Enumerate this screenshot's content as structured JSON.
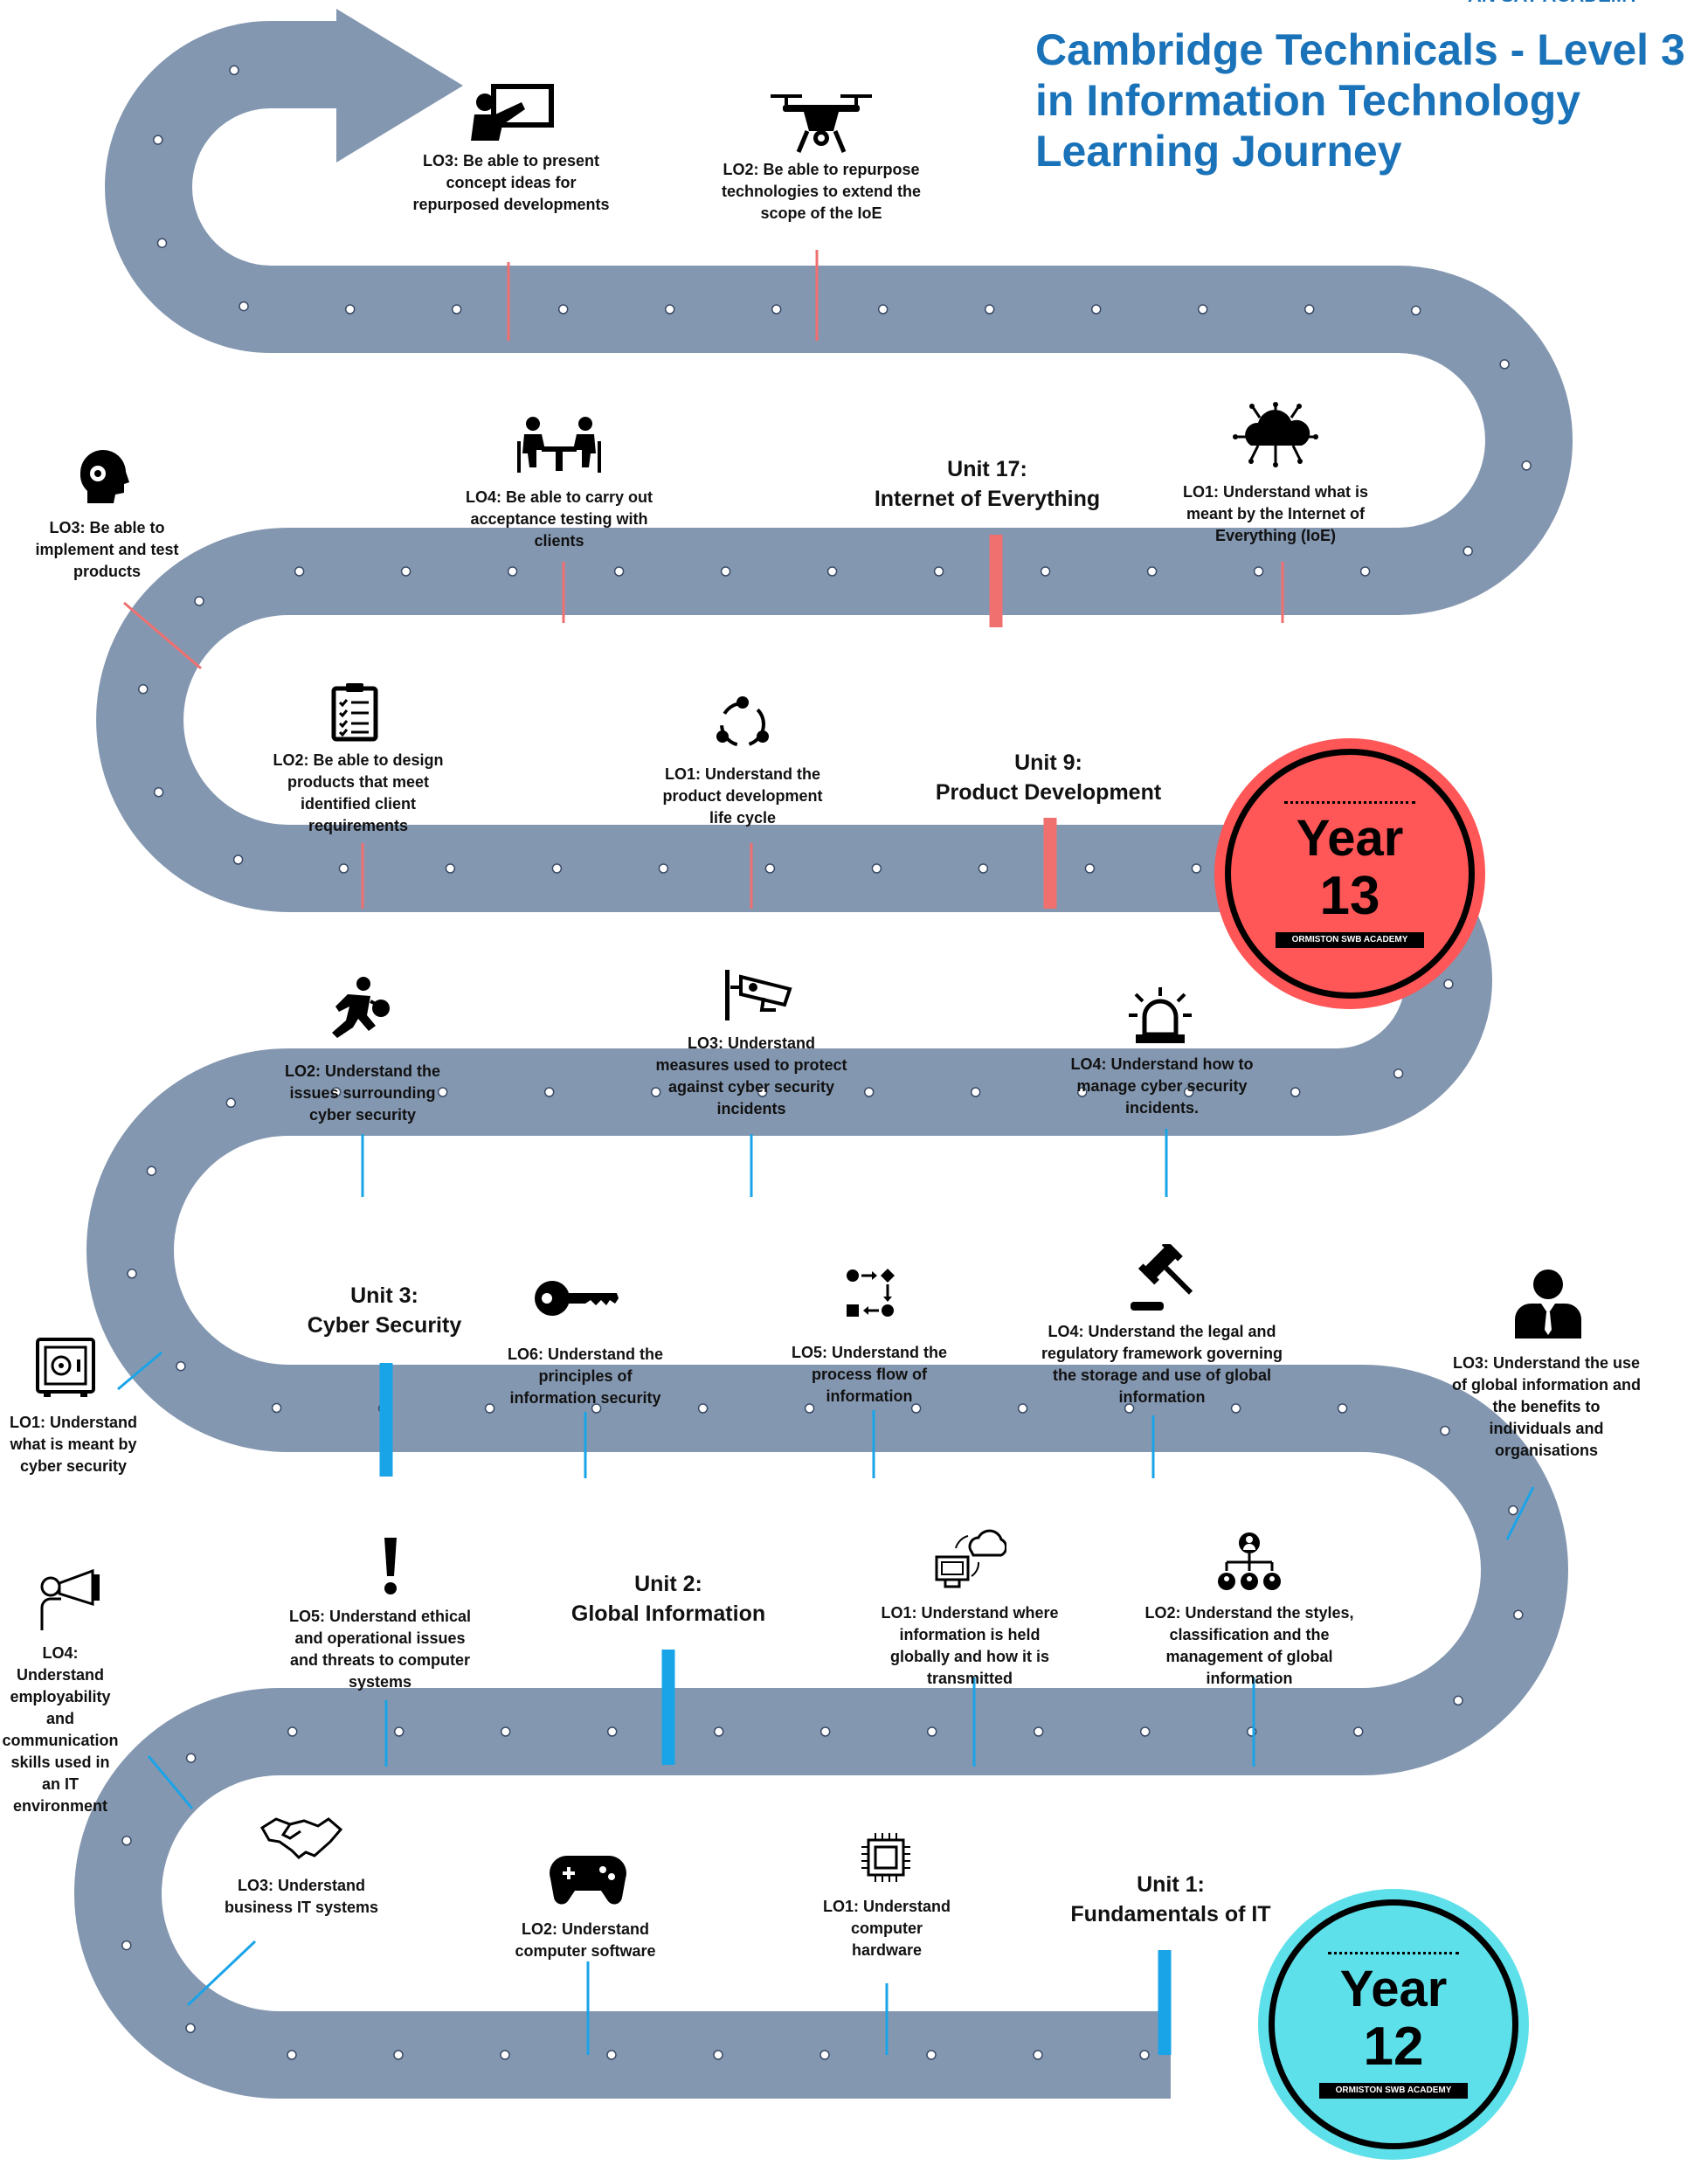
{
  "header": {
    "top_label": "AN SAT ACADEMY",
    "title_line1": "Cambridge Technicals  -  Level 3",
    "title_line2": "in Information Technology",
    "title_line3": "Learning Journey"
  },
  "colors": {
    "road": "#8497b0",
    "year13": "#ff5657",
    "year12": "#5ee0ea",
    "title": "#1a72b8",
    "marker_red": "#f07070",
    "marker_blue": "#1aa4e8"
  },
  "year13": {
    "label1": "Year",
    "label2": "13",
    "academy": "ORMISTON SWB ACADEMY"
  },
  "year12": {
    "label1": "Year",
    "label2": "12",
    "academy": "ORMISTON SWB ACADEMY"
  },
  "units": {
    "u17_1": "Unit 17:",
    "u17_2": "Internet of Everything",
    "u9_1": "Unit 9:",
    "u9_2": "Product Development",
    "u3_1": "Unit 3:",
    "u3_2": "Cyber Security",
    "u2_1": "Unit 2:",
    "u2_2": "Global Information",
    "u1_1": "Unit 1:",
    "u1_2": "Fundamentals of IT"
  },
  "lo": {
    "u17_lo3": "LO3: Be able to present concept ideas for repurposed developments",
    "u17_lo2": "LO2: Be able to repurpose technologies to extend the scope of the IoE",
    "u17_lo4": "LO4: Be able to carry out acceptance testing with clients",
    "u17_lo1": "LO1: Understand what is meant by the Internet of Everything (IoE)",
    "u9_lo3": "LO3: Be able to implement and test products",
    "u9_lo2": "LO2: Be able to design products that meet identified client requirements",
    "u9_lo1": "LO1: Understand the product development life cycle",
    "u3_lo2": "LO2: Understand the issues surrounding cyber security",
    "u3_lo3": "LO3: Understand measures used to protect against cyber security incidents",
    "u3_lo4": "LO4: Understand how to manage cyber security incidents.",
    "u3_lo1": "LO1: Understand what is meant by cyber security",
    "u3_lo6": "LO6: Understand the principles of information security",
    "u2_lo5": "LO5: Understand the process flow of information",
    "u2_lo4": "LO4: Understand the legal and regulatory framework governing the storage and use of global information",
    "u2_lo3": "LO3: Understand the use of global information and the benefits to individuals and organisations",
    "u1_lo4": "LO4: Understand employability and communication skills used in an IT environment",
    "u1_lo5": "LO5: Understand ethical and operational issues and threats to computer systems",
    "u2_lo1": "LO1: Understand where information is held globally and how it is transmitted",
    "u2_lo2": "LO2: Understand the styles, classification and the management of global information",
    "u1_lo3": "LO3: Understand business IT systems",
    "u1_lo2": "LO2: Understand computer software",
    "u1_lo1": "LO1: Understand computer hardware"
  }
}
